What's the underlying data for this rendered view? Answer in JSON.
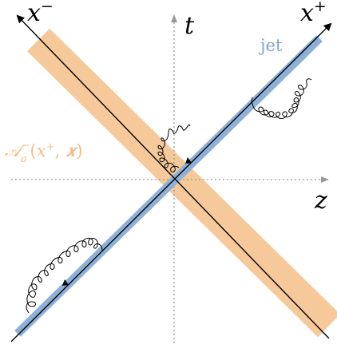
{
  "labels": {
    "x_minus": {
      "base": "x",
      "sup": "−"
    },
    "x_plus": {
      "base": "x",
      "sup": "+"
    },
    "t": "t",
    "z": "z",
    "jet": "jet",
    "field": {
      "A": "𝒜",
      "sub": "a",
      "sup": "−",
      "args_open": "(",
      "arg1": "x",
      "arg1_sup": "+",
      "comma": ", ",
      "arg2": "𝒙",
      "args_close": ")"
    }
  },
  "colors": {
    "orange_band": "#f5c99a",
    "blue_band": "#8eb0d6",
    "axis_dotted": "#9a9a9a",
    "line": "#000000",
    "jet_label": "#7fa6cf",
    "field_label": "#f2bd86"
  }
}
